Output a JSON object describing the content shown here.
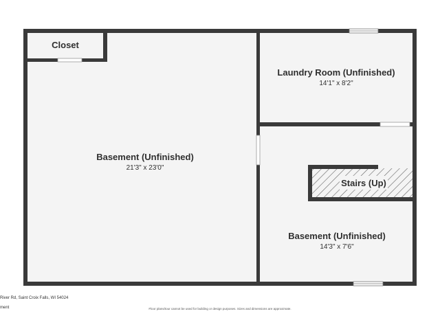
{
  "rooms": {
    "closet": {
      "name": "Closet"
    },
    "laundry": {
      "name": "Laundry Room (Unfinished)",
      "dims": "14'1\" x 8'2\""
    },
    "basement_main": {
      "name": "Basement (Unfinished)",
      "dims": "21'3\" x 23'0\""
    },
    "stairs": {
      "name": "Stairs (Up)"
    },
    "basement_small": {
      "name": "Basement (Unfinished)",
      "dims": "14'3\" x 7'6\""
    }
  },
  "footer": {
    "address": "River Rd, Saint Croix Falls, WI 54024",
    "level": "ment",
    "disclaimer": "Floor plans/tour cannot be used for building or design purposes. Sizes and dimensions are approximate."
  },
  "colors": {
    "wall": "#3a3a3a",
    "floor": "#f4f4f4",
    "background": "#ffffff"
  }
}
